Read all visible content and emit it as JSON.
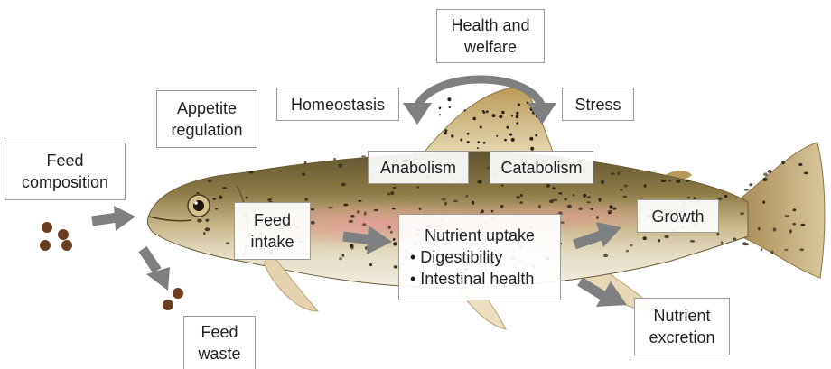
{
  "labels": {
    "feed_composition": [
      "Feed",
      "composition"
    ],
    "appetite_regulation": [
      "Appetite",
      "regulation"
    ],
    "homeostasis": "Homeostasis",
    "health_welfare": [
      "Health and",
      "welfare"
    ],
    "stress": "Stress",
    "anabolism": "Anabolism",
    "catabolism": "Catabolism",
    "feed_intake": [
      "Feed",
      "intake"
    ],
    "nutrient_uptake": {
      "title": "Nutrient uptake",
      "bullets": [
        "• Digestibility",
        "• Intestinal health"
      ]
    },
    "growth": "Growth",
    "nutrient_excretion": [
      "Nutrient",
      "excretion"
    ],
    "feed_waste": [
      "Feed",
      "waste"
    ]
  },
  "colors": {
    "arrow": "#7d7f80",
    "box_border": "#9a9a9a",
    "pellet": "#6b3e1f",
    "fish_back": "#7a6a3a",
    "fish_side": "#b9a873",
    "fish_belly": "#e8e2d0",
    "fish_stripe": "#e5a6a6",
    "spot": "#2b2418"
  },
  "icons": [
    "feed-pellets-icon",
    "arrow-icon",
    "curved-arrow-icon",
    "trout-illustration"
  ]
}
